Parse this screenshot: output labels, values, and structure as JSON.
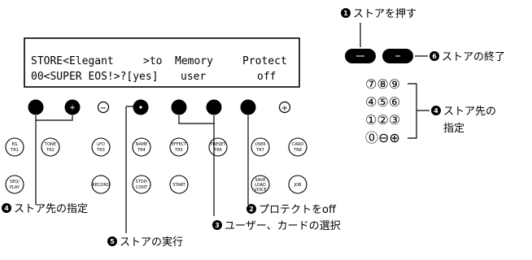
{
  "lcd": {
    "line1": [
      "STORE<Elegant",
      ">to",
      "Memory",
      "Protect"
    ],
    "line2": [
      "00<SUPER EOS!>?[yes]",
      "user",
      "off"
    ]
  },
  "buttons": {
    "minus_symbol": "−",
    "plus_symbol": "+",
    "tr1": [
      "EG",
      "TR1"
    ],
    "tr2": [
      "TONE",
      "TR2"
    ],
    "tr3": [
      "LFO",
      "TR3"
    ],
    "tr4": [
      "NAME",
      "TR4"
    ],
    "tr5": [
      "EFFECT",
      "TR5"
    ],
    "tr6": [
      "PRESET",
      "TR6"
    ],
    "tr7": [
      "USER",
      "TR7"
    ],
    "tr8": [
      "CARD",
      "TR8"
    ],
    "seq": [
      "SEQ/",
      "PLAY"
    ],
    "record": "RECORD",
    "stop": [
      "STOP/",
      "CONT"
    ],
    "start": "START",
    "save": [
      "SAVE",
      "LOAD",
      "VOICE"
    ],
    "job": "JOB"
  },
  "keypad": {
    "row1": "⑦⑧⑨",
    "row2": "④⑤⑥",
    "row3": "①②③",
    "row4": "⓪⊖⊕"
  },
  "callouts": {
    "step1": {
      "num": "1",
      "text": "ストアを押す"
    },
    "step2": {
      "num": "2",
      "text": "プロテクトをoff"
    },
    "step3": {
      "num": "3",
      "text": "ユーザー、カードの選択"
    },
    "step4a": {
      "num": "4",
      "text": "ストア先の指定"
    },
    "step4b": {
      "num": "4",
      "text": "ストア先の",
      "text2": "指定"
    },
    "step5": {
      "num": "5",
      "text": "ストアの実行"
    },
    "step6": {
      "num": "6",
      "text": "ストアの終了"
    }
  },
  "colors": {
    "ink": "#000000",
    "paper": "#ffffff"
  }
}
